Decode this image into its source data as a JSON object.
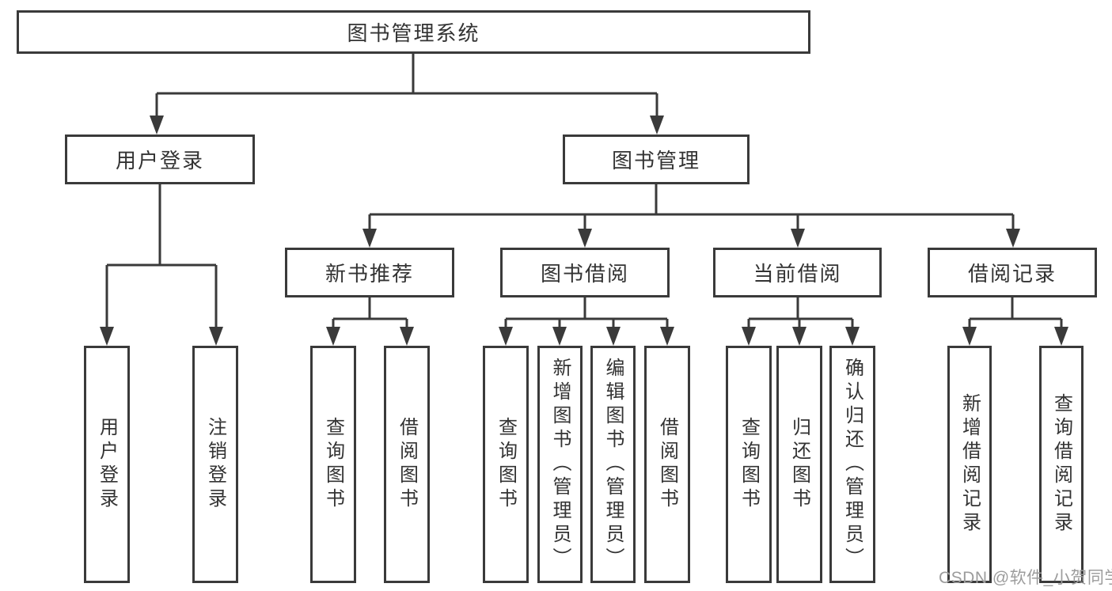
{
  "diagram": {
    "root_label": "图书管理系统",
    "branches": [
      {
        "label": "用户登录",
        "leaves": [
          "用户登录",
          "注销登录"
        ]
      },
      {
        "label": "图书管理",
        "groups": [
          {
            "label": "新书推荐",
            "leaves": [
              "查询图书",
              "借阅图书"
            ]
          },
          {
            "label": "图书借阅",
            "leaves": [
              "查询图书",
              "新增图书（管理员）",
              "编辑图书（管理员）",
              "借阅图书"
            ]
          },
          {
            "label": "当前借阅",
            "leaves": [
              "查询图书",
              "归还图书",
              "确认归还（管理员）"
            ]
          },
          {
            "label": "借阅记录",
            "leaves": [
              "新增借阅记录",
              "查询借阅记录"
            ]
          }
        ]
      }
    ]
  },
  "watermark": {
    "text": "CSDN @软件_小贺同学",
    "color": "#9c9c9c"
  },
  "colors": {
    "line": "#3a3a3a",
    "box_border": "#3a3a3a",
    "box_background": "#ffffff",
    "text": "#333333",
    "page_background": "#ffffff"
  }
}
